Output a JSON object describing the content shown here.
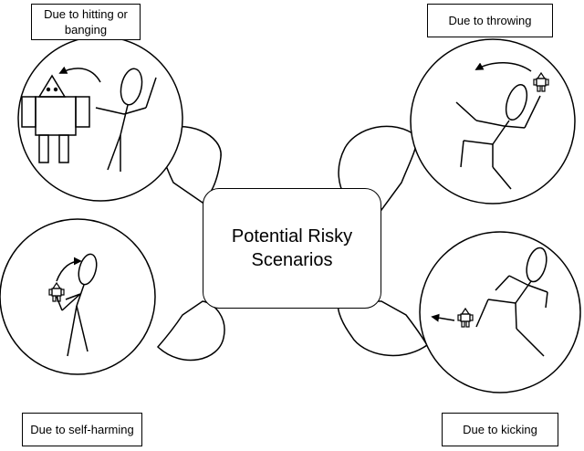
{
  "center": {
    "title": "Potential Risky Scenarios"
  },
  "scenarios": [
    {
      "label": "Due to hitting or banging"
    },
    {
      "label": "Due to throwing"
    },
    {
      "label": "Due to self-harming"
    },
    {
      "label": "Due to kicking"
    }
  ]
}
